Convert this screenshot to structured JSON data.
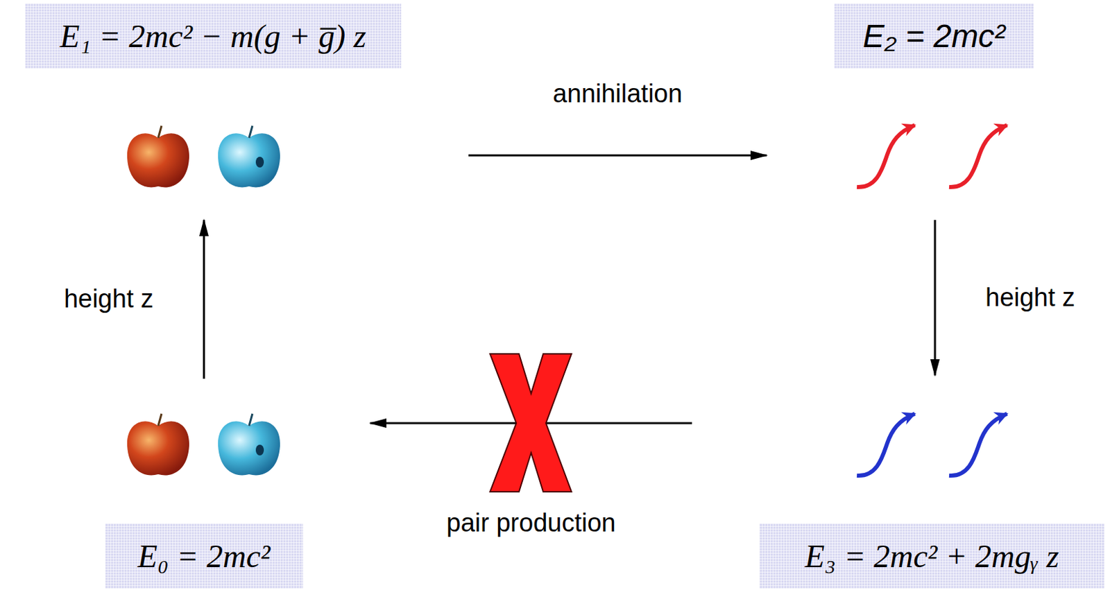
{
  "diagram": {
    "nodes": [
      {
        "text": [
          "E₁ = 2mc² − m(g + g̅) z"
        ]
      },
      {
        "text": [
          "E₂ = 2mc²"
        ]
      },
      {
        "text": [
          "E₀ = 2mc²"
        ]
      },
      {
        "text": [
          "E₃ = 2mc² + 2mgᵧ z"
        ]
      }
    ],
    "edges": [
      {
        "from": 0,
        "to": 1,
        "label": "annihilation",
        "arrow": "to"
      },
      {
        "from": 1,
        "to": 3,
        "label": "height z",
        "arrow": "to"
      },
      {
        "from": 3,
        "to": 2,
        "label": "pair production",
        "arrow": "to"
      },
      {
        "from": 2,
        "to": 0,
        "label": "height z",
        "arrow": "to"
      }
    ]
  }
}
